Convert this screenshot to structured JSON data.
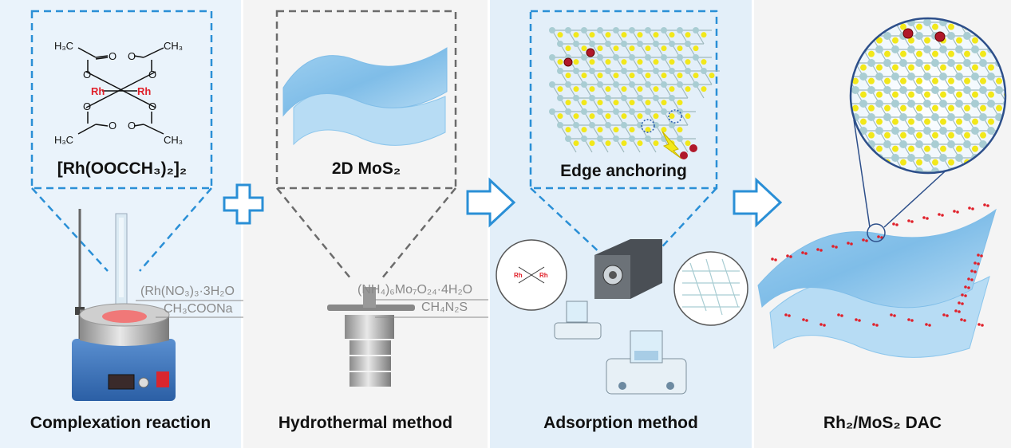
{
  "panels": [
    {
      "caption": "Complexation reaction",
      "box_formula": "[Rh(OOCCH₃)₂]₂",
      "reagents": [
        "(Rh(NO₃)₃·3H₂O",
        "CH₃COONa"
      ],
      "structure_labels": {
        "methyl": "H₃C",
        "methyl_right": "CH₃",
        "oxygen": "O",
        "metal": "Rh",
        "carbon": "C"
      }
    },
    {
      "caption": "Hydrothermal method",
      "box_formula": "2D MoS₂",
      "reagents": [
        "(NH₄)₆Mo₇O₂₄·4H₂O",
        "CH₄N₂S"
      ]
    },
    {
      "caption": "Adsorption method",
      "box_formula": "Edge anchoring"
    },
    {
      "caption": "Rh₂/MoS₂ DAC"
    }
  ],
  "colors": {
    "dashed_blue": "#2a8fd6",
    "dashed_gray": "#6b6b6b",
    "rh_red": "#e0202a",
    "sulfur_yellow": "#f2e81a",
    "mo_teal": "#a9cdd3",
    "sheet_blue": "#8cc6ec",
    "arrow_blue": "#2a8fd6"
  },
  "icons": [
    "plus-icon",
    "right-arrow-icon",
    "hot-plate-stirrer",
    "autoclave",
    "peristaltic-pump"
  ]
}
